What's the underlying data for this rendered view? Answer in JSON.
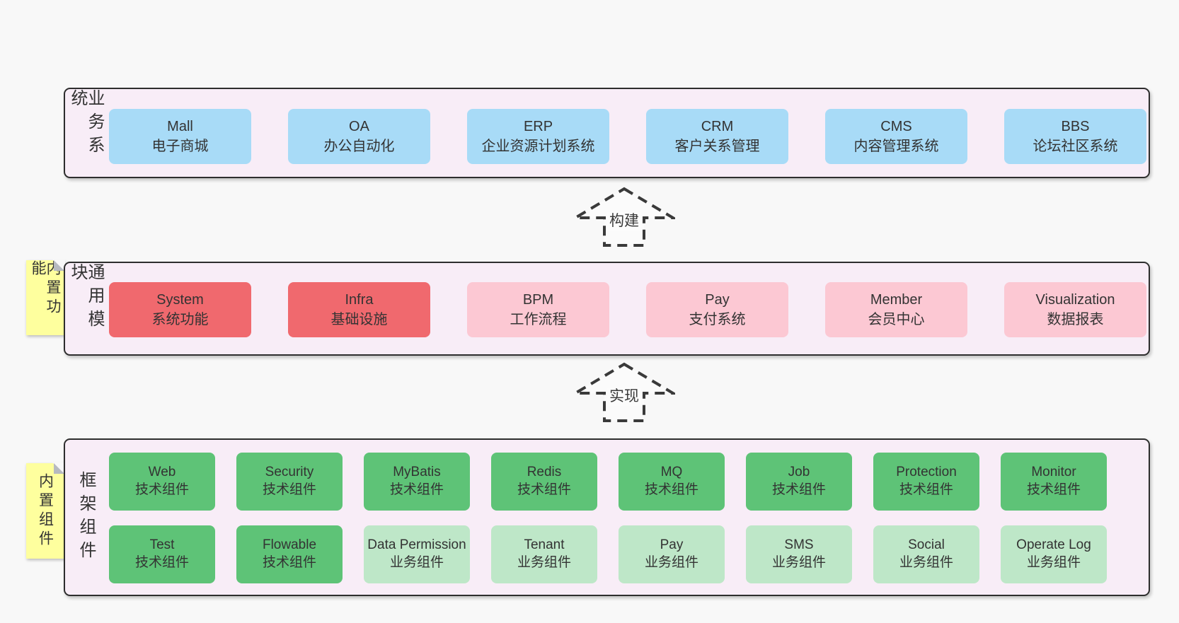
{
  "colors": {
    "page_bg": "#f8f8f8",
    "container_bg": "#f8edf7",
    "container_border": "#2e2e2e",
    "box_blue": "#a8dbf7",
    "box_red": "#f0696e",
    "box_pink": "#fcc8d3",
    "box_green_dark": "#5ec377",
    "box_green_light": "#bee7c8",
    "sticky_yellow": "#feff9e",
    "text": "#333333"
  },
  "arrows": {
    "build": "构建",
    "implement": "实现"
  },
  "layers": {
    "business": {
      "label": "业务系统",
      "boxes": [
        {
          "name": "Mall",
          "desc": "电子商城",
          "color": "blue"
        },
        {
          "name": "OA",
          "desc": "办公自动化",
          "color": "blue"
        },
        {
          "name": "ERP",
          "desc": "企业资源计划系统",
          "color": "blue"
        },
        {
          "name": "CRM",
          "desc": "客户关系管理",
          "color": "blue"
        },
        {
          "name": "CMS",
          "desc": "内容管理系统",
          "color": "blue"
        },
        {
          "name": "BBS",
          "desc": "论坛社区系统",
          "color": "blue"
        }
      ]
    },
    "common": {
      "label": "通用模块",
      "sticky": "内置功能",
      "boxes": [
        {
          "name": "System",
          "desc": "系统功能",
          "color": "red"
        },
        {
          "name": "Infra",
          "desc": "基础设施",
          "color": "red"
        },
        {
          "name": "BPM",
          "desc": "工作流程",
          "color": "pink"
        },
        {
          "name": "Pay",
          "desc": "支付系统",
          "color": "pink"
        },
        {
          "name": "Member",
          "desc": "会员中心",
          "color": "pink"
        },
        {
          "name": "Visualization",
          "desc": "数据报表",
          "color": "pink"
        }
      ]
    },
    "framework": {
      "label": "框架组件",
      "sticky": "内置组件",
      "row1": [
        {
          "name": "Web",
          "desc": "技术组件",
          "color": "green"
        },
        {
          "name": "Security",
          "desc": "技术组件",
          "color": "green"
        },
        {
          "name": "MyBatis",
          "desc": "技术组件",
          "color": "green"
        },
        {
          "name": "Redis",
          "desc": "技术组件",
          "color": "green"
        },
        {
          "name": "MQ",
          "desc": "技术组件",
          "color": "green"
        },
        {
          "name": "Job",
          "desc": "技术组件",
          "color": "green"
        },
        {
          "name": "Protection",
          "desc": "技术组件",
          "color": "green"
        },
        {
          "name": "Monitor",
          "desc": "技术组件",
          "color": "green"
        }
      ],
      "row2": [
        {
          "name": "Test",
          "desc": "技术组件",
          "color": "green"
        },
        {
          "name": "Flowable",
          "desc": "技术组件",
          "color": "green"
        },
        {
          "name": "Data Permission",
          "desc": "业务组件",
          "color": "green-light"
        },
        {
          "name": "Tenant",
          "desc": "业务组件",
          "color": "green-light"
        },
        {
          "name": "Pay",
          "desc": "业务组件",
          "color": "green-light"
        },
        {
          "name": "SMS",
          "desc": "业务组件",
          "color": "green-light"
        },
        {
          "name": "Social",
          "desc": "业务组件",
          "color": "green-light"
        },
        {
          "name": "Operate Log",
          "desc": "业务组件",
          "color": "green-light"
        }
      ]
    }
  }
}
